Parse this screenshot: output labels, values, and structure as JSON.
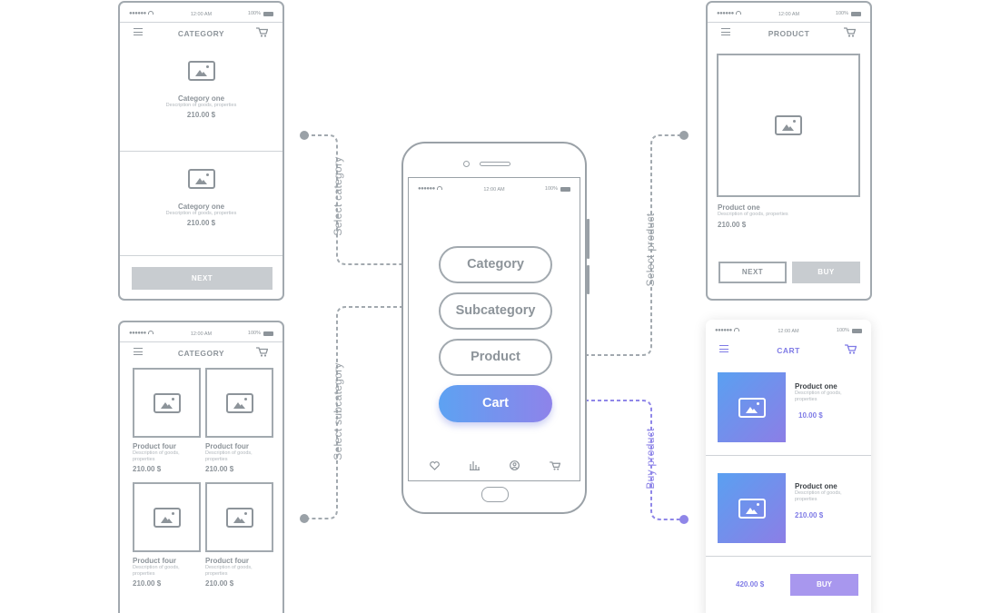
{
  "status": {
    "time": "12:00 AM",
    "battery": "100%"
  },
  "screens": {
    "category_list": {
      "title": "CATEGORY",
      "items": [
        {
          "name": "Category one",
          "desc": "Description of goods, properties",
          "price": "210.00 $"
        },
        {
          "name": "Category one",
          "desc": "Description of goods, properties",
          "price": "210.00 $"
        }
      ],
      "next_label": "NEXT"
    },
    "category_grid": {
      "title": "CATEGORY",
      "items": [
        {
          "name": "Product four",
          "desc1": "Description of goods,",
          "desc2": "properties",
          "price": "210.00 $"
        },
        {
          "name": "Product four",
          "desc1": "Description of goods,",
          "desc2": "properties",
          "price": "210.00 $"
        },
        {
          "name": "Product four",
          "desc1": "Description of goods,",
          "desc2": "properties",
          "price": "210.00 $"
        },
        {
          "name": "Product four",
          "desc1": "Description of goods,",
          "desc2": "properties",
          "price": "210.00 $"
        }
      ]
    },
    "product": {
      "title": "PRODUCT",
      "name": "Product one",
      "desc": "Description of goods, properties",
      "price": "210.00 $",
      "next_label": "NEXT",
      "buy_label": "BUY"
    },
    "cart": {
      "title": "CART",
      "items": [
        {
          "name": "Product one",
          "desc1": "Description of goods,",
          "desc2": "properties",
          "price": "10.00 $"
        },
        {
          "name": "Product one",
          "desc1": "Description of goods,",
          "desc2": "properties",
          "price": "210.00 $"
        }
      ],
      "total": "420.00 $",
      "buy_label": "BUY"
    }
  },
  "main_phone": {
    "buttons": {
      "category": "Category",
      "subcategory": "Subcategory",
      "product": "Product",
      "cart": "Cart"
    },
    "tabs": [
      "heart-icon",
      "chart-icon",
      "profile-icon",
      "cart-icon"
    ]
  },
  "connectors": {
    "select_category": "Select category",
    "select_subcategory": "Select subcategory",
    "select_product": "Select product",
    "buy_product": "Buy product"
  },
  "colors": {
    "gray": "#9aa1a7",
    "accent_start": "#5da2f2",
    "accent_end": "#8e83ea",
    "accent_text": "#7f7be6"
  }
}
